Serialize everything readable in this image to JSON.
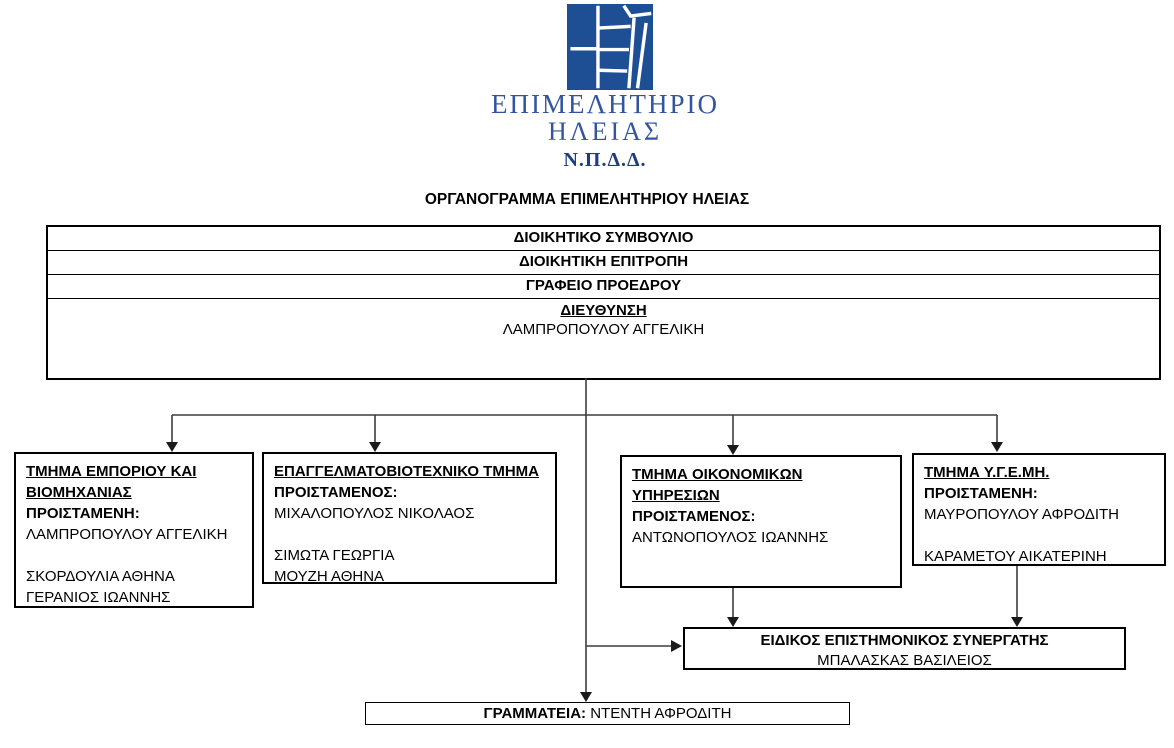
{
  "logo": {
    "icon": "chamber-emblem-icon",
    "square_color": "#1e4f94",
    "text_color": "#33549f",
    "line1": "ΕΠΙΜΕΛΗΤΗΡΙΟ",
    "line2": "ΗΛΕΙΑΣ",
    "line3": "Ν.Π.Δ.Δ."
  },
  "title": "ΟΡΓΑΝΟΓΡΑΜΜΑ ΕΠΙΜΕΛΗΤΗΡΙΟΥ ΗΛΕΙΑΣ",
  "hierarchy": {
    "rows": [
      "ΔΙΟΙΚΗΤΙΚΟ ΣΥΜΒΟΥΛΙΟ",
      "ΔΙΟΙΚΗΤΙΚΗ ΕΠΙΤΡΟΠΗ",
      "ΓΡΑΦΕΙΟ ΠΡΟΕΔΡΟΥ"
    ],
    "direction": {
      "title": "ΔΙΕΥΘΥΝΣΗ",
      "head": "ΛΑΜΠΡΟΠΟΥΛΟΥ ΑΓΓΕΛΙΚΗ"
    }
  },
  "departments": [
    {
      "title": "ΤΜΗΜΑ ΕΜΠΟΡΙΟΥ ΚΑΙ ΒΙΟΜΗΧΑΝΙΑΣ",
      "role": "ΠΡΟΙΣΤΑΜΕΝΗ:",
      "head": "ΛΑΜΠΡΟΠΟΥΛΟΥ ΑΓΓΕΛΙΚΗ",
      "staff": [
        "ΣΚΟΡΔΟΥΛΙΑ ΑΘΗΝΑ",
        "ΓΕΡΑΝΙΟΣ ΙΩΑΝΝΗΣ"
      ]
    },
    {
      "title": "ΕΠΑΓΓΕΛΜΑΤΟΒΙΟΤΕΧΝΙΚΟ ΤΜΗΜΑ",
      "role": "ΠΡΟΙΣΤΑΜΕΝΟΣ:",
      "head": "ΜΙΧΑΛΟΠΟΥΛΟΣ ΝΙΚΟΛΑΟΣ",
      "staff": [
        "ΣΙΜΩΤΑ ΓΕΩΡΓΙΑ",
        "ΜΟΥΖΗ ΑΘΗΝΑ"
      ]
    },
    {
      "title": "ΤΜΗΜΑ ΟΙΚΟΝΟΜΙΚΩΝ ΥΠΗΡΕΣΙΩΝ",
      "role": "ΠΡΟΙΣΤΑΜΕΝΟΣ:",
      "head": "ΑΝΤΩΝΟΠΟΥΛΟΣ ΙΩΑΝΝΗΣ",
      "staff": []
    },
    {
      "title": "ΤΜΗΜΑ Υ.Γ.Ε.ΜΗ.",
      "role": "ΠΡΟΙΣΤΑΜΕΝΗ:",
      "head": "ΜΑΥΡΟΠΟΥΛΟΥ ΑΦΡΟΔΙΤΗ",
      "staff": [
        "ΚΑΡΑΜΕΤΟΥ ΑΙΚΑΤΕΡΙΝΗ"
      ]
    }
  ],
  "special_advisor": {
    "title": "ΕΙΔΙΚΟΣ ΕΠΙΣΤΗΜΟΝΙΚΟΣ ΣΥΝΕΡΓΑΤΗΣ",
    "name": "ΜΠΑΛΑΣΚΑΣ ΒΑΣΙΛΕΙΟΣ"
  },
  "secretariat": {
    "label": "ΓΡΑΜΜΑΤΕΙΑ:",
    "name": "ΝΤΕΝΤΗ ΑΦΡΟΔΙΤΗ"
  },
  "line_color": "#3d3d3d"
}
